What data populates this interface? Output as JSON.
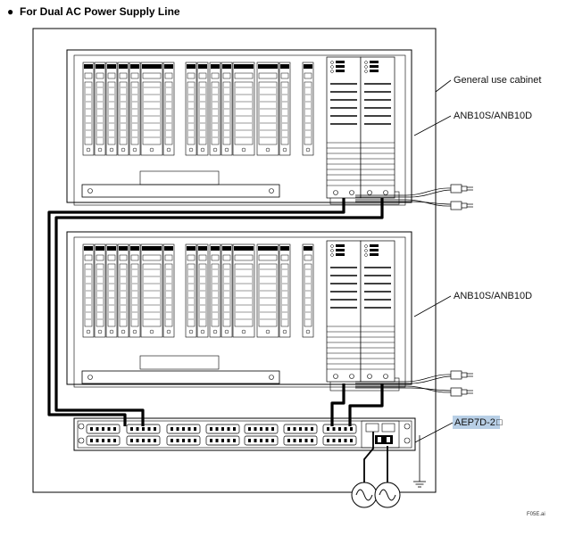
{
  "heading": {
    "bullet": "●",
    "text": "For Dual AC Power Supply Line"
  },
  "labels": {
    "cabinet": "General use cabinet",
    "upper_unit": "ANB10S/ANB10D",
    "lower_unit": "ANB10S/ANB10D",
    "distribution": "AEP7D-2",
    "distribution_suffix": "□",
    "file_ref": "F05E.ai"
  },
  "colors": {
    "line": "#000000",
    "highlight": "#b8cfe6"
  },
  "icons": {
    "ac_source": "ac-source-icon",
    "ground": "ground-icon",
    "plug": "plug-icon"
  }
}
